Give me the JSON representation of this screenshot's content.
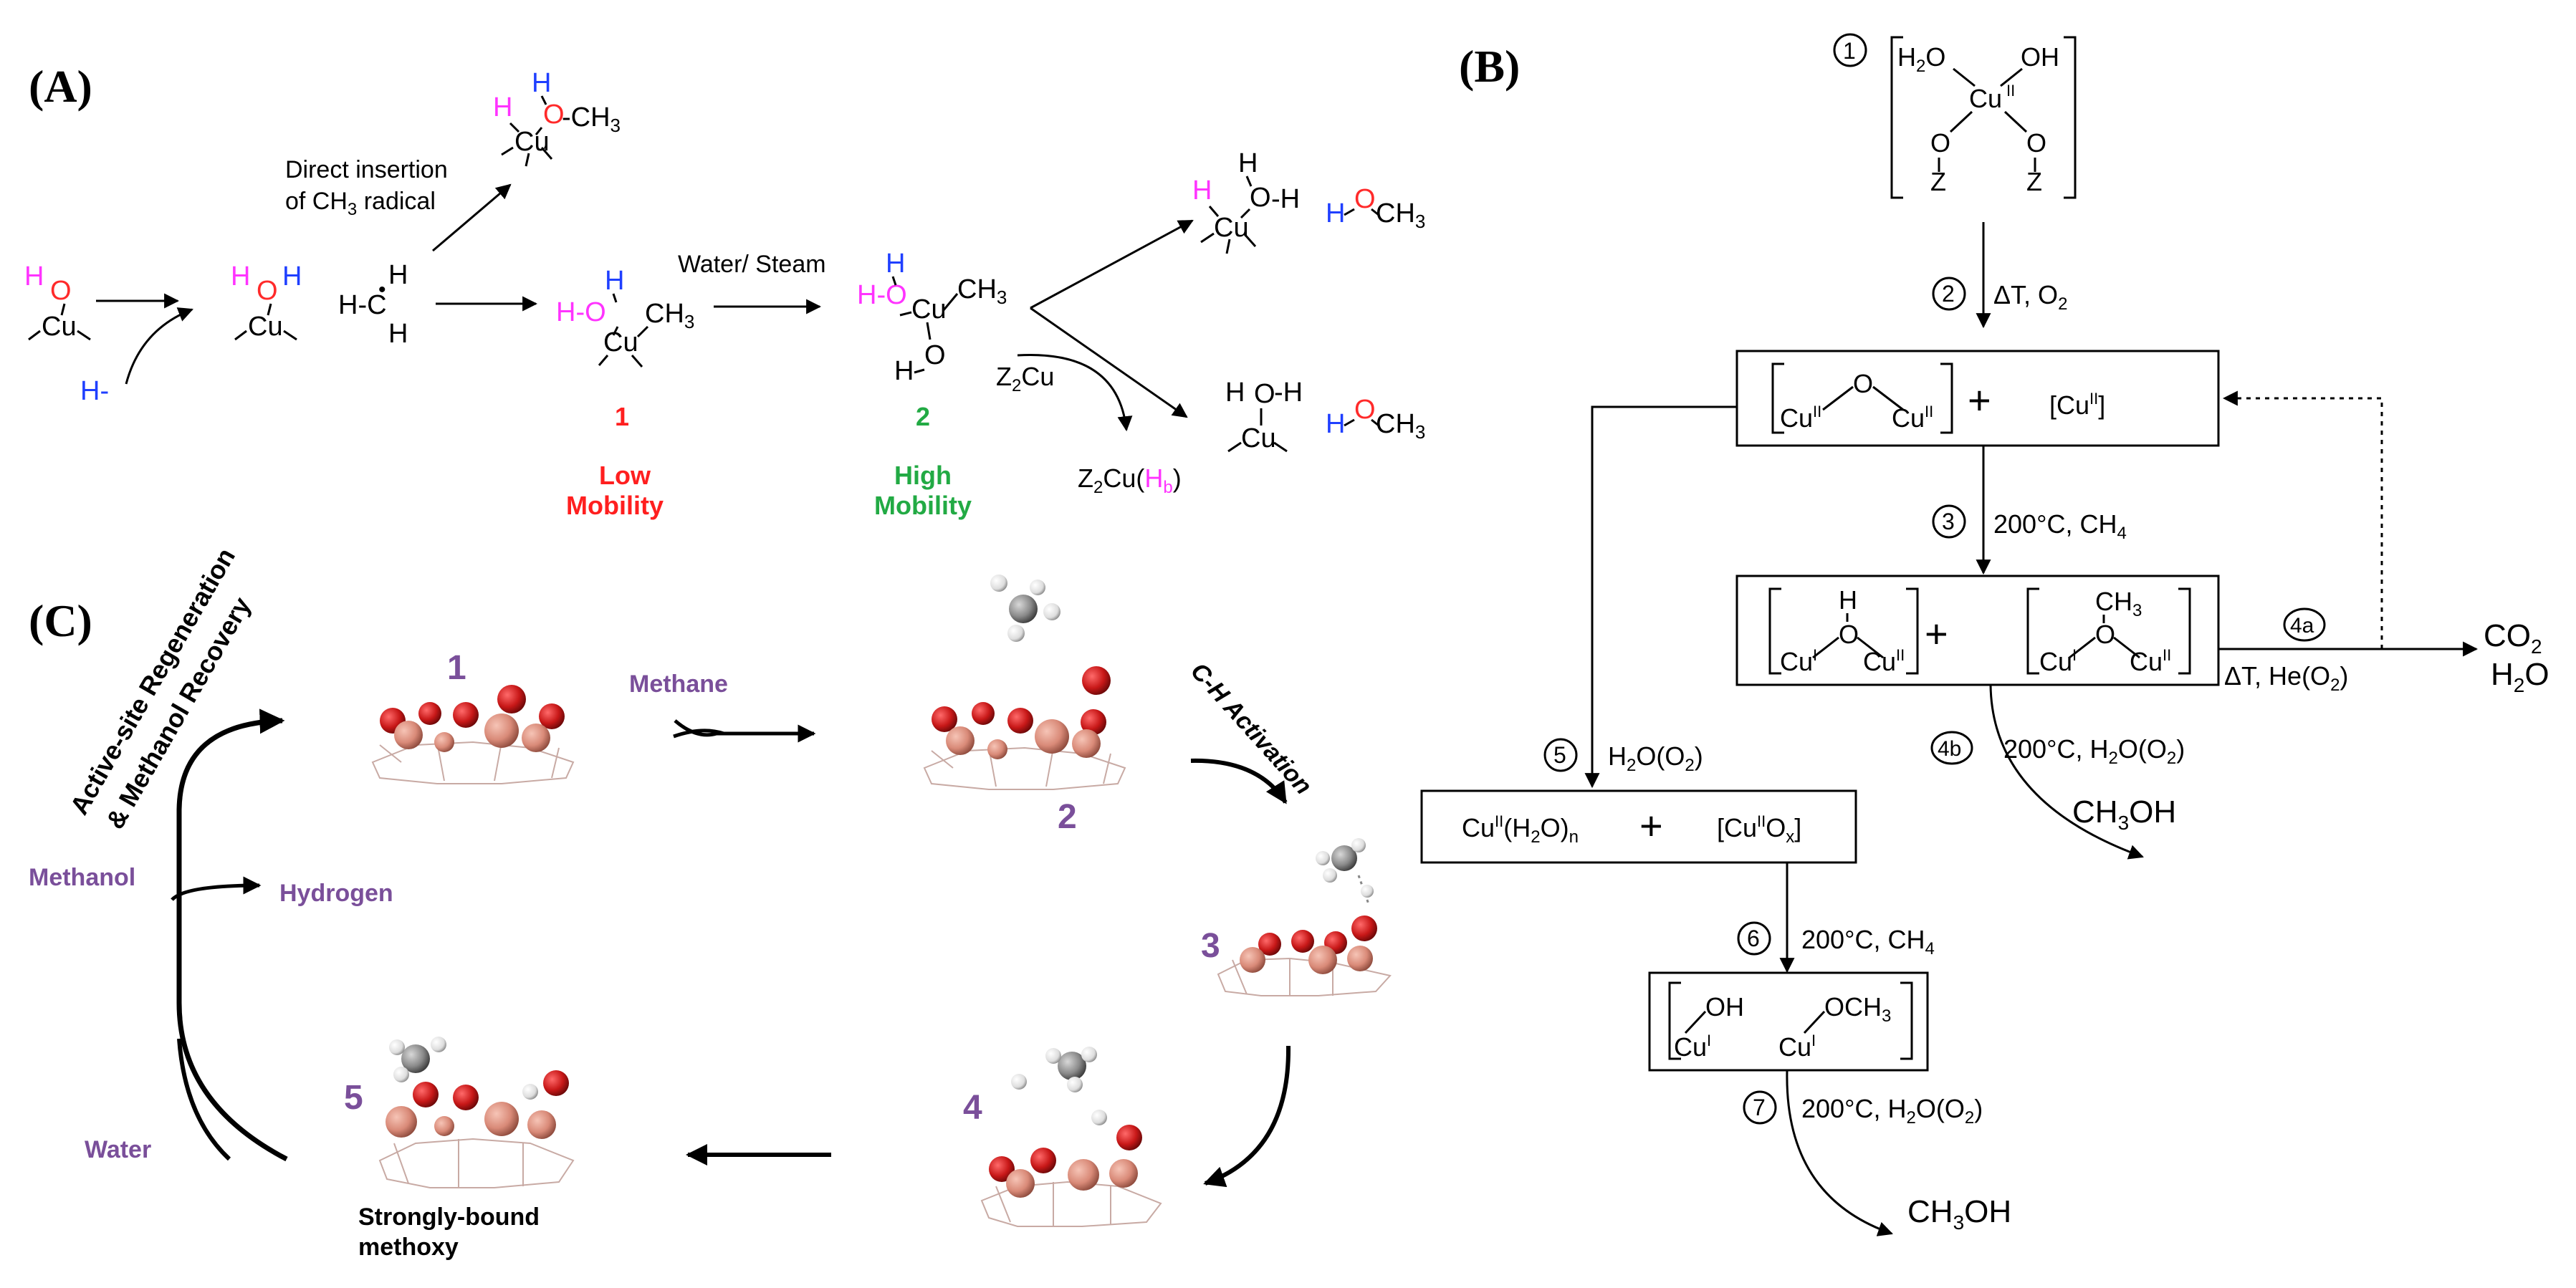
{
  "colors": {
    "black": "#000000",
    "hydrogen_magenta": "#ff33ff",
    "hydrogen_blue": "#1f3fff",
    "oxygen_red": "#ff2a2a",
    "label_red": "#ff1f1f",
    "label_green": "#22aa44",
    "label_purple": "#7a4f9a",
    "atom_oxygen": "#c81818",
    "atom_copper": "#d98a78",
    "atom_carbon": "#8a8a8a",
    "atom_hydrogen": "#dddddd"
  },
  "panelA": {
    "label": "(A)",
    "step1_H": "H",
    "step1_O": "O",
    "step1_Cu": "Cu",
    "step1_Hminus": "H-",
    "step2_H1": "H",
    "step2_O": "O",
    "step2_H2": "H",
    "step2_Cu": "Cu",
    "methyl": "H-C",
    "methyl_dot": "•",
    "methyl_Htop": "H",
    "methyl_Hbot": "H",
    "direct_line1": "Direct insertion",
    "direct_line2": "of CH",
    "direct_sub": "3",
    "direct_tail": " radical",
    "top_H1": "H",
    "top_H2": "H",
    "top_O": "O",
    "top_CH3": "-CH",
    "top_sub": "3",
    "top_Cu": "Cu",
    "c1_H": "H",
    "c1_HO": "H-O",
    "c1_CH3": "CH",
    "c1_sub": "3",
    "c1_Cu": "Cu",
    "c1_num": "1",
    "c1_low1": "Low",
    "c1_low2": "Mobility",
    "water_label": "Water/ Steam",
    "c2_H": "H",
    "c2_HO": "H-O",
    "c2_Cu": "Cu",
    "c2_CH3": "CH",
    "c2_sub": "3",
    "c2_O": "O",
    "c2_H2": "H",
    "c2_num": "2",
    "c2_high1": "High",
    "c2_high2": "Mobility",
    "z2cu": "Z",
    "z2cu_sub": "2",
    "z2cu_tail": "Cu",
    "z2cuhb": "Z",
    "z2cuhb_sub": "2",
    "z2cuhb_mid": "Cu(",
    "z2cuhb_H": "H",
    "z2cuhb_b": "b",
    "z2cuhb_end": ")",
    "p1_H": "H",
    "p1_H2": "H",
    "p1_O": "O",
    "p1_H3": "-H",
    "p1_Cu": "Cu",
    "p2_H": "H",
    "p2_O": "O",
    "p2_H2": "-H",
    "p2_Cu": "Cu",
    "meth_H": "H",
    "meth_O": "O",
    "meth_CH3": "CH",
    "meth_sub": "3"
  },
  "panelB": {
    "label": "(B)",
    "s1": "1",
    "s1_H2O": "H",
    "s1_H2O_sub": "2",
    "s1_H2O_tail": "O",
    "s1_OH": "OH",
    "s1_Cu": "Cu",
    "s1_CuII": "II",
    "s1_O1": "O",
    "s1_O2": "O",
    "s1_Z1": "Z",
    "s1_Z2": "Z",
    "s2": "2",
    "s2_cond": "ΔT, O",
    "s2_sub": "2",
    "box2_O": "O",
    "box2_Cu1": "Cu",
    "box2_Cu1_ox": "II",
    "box2_Cu2": "Cu",
    "box2_Cu2_ox": "II",
    "plus": "+",
    "box2_CuII": "[Cu",
    "box2_CuII_ox": "II",
    "box2_CuII_end": "]",
    "s3": "3",
    "s3_cond": "200°C, CH",
    "s3_sub": "4",
    "box3_H": "H",
    "box3_O": "O",
    "box3_CuI": "Cu",
    "box3_CuI_ox": "I",
    "box3_CuII": "Cu",
    "box3_CuII_ox": "II",
    "box3_CH3": "CH",
    "box3_CH3_sub": "3",
    "box3_O2": "O",
    "box3_CuI2": "Cu",
    "box3_CuI2_ox": "I",
    "box3_CuII2": "Cu",
    "box3_CuII2_ox": "II",
    "s4a": "4a",
    "s4a_cond": "ΔT, He(O",
    "s4a_sub": "2",
    "s4a_end": ")",
    "co2": "CO",
    "co2_sub": "2",
    "h2o": "H",
    "h2o_sub": "2",
    "h2o_tail": "O",
    "s4b": "4b",
    "s4b_cond": "200°C, H",
    "s4b_sub": "2",
    "s4b_mid": "O(O",
    "s4b_sub2": "2",
    "s4b_end": ")",
    "ch3oh1": "CH",
    "ch3oh1_sub": "3",
    "ch3oh1_tail": "OH",
    "s5": "5",
    "s5_cond": "H",
    "s5_sub": "2",
    "s5_mid": "O(O",
    "s5_sub2": "2",
    "s5_end": ")",
    "box4_a": "Cu",
    "box4_a_ox": "II",
    "box4_a_mid": "(H",
    "box4_a_sub": "2",
    "box4_a_end": "O)",
    "box4_a_n": "n",
    "box4_b": "[Cu",
    "box4_b_ox": "II",
    "box4_b_mid": "O",
    "box4_b_x": "x",
    "box4_b_end": "]",
    "s6": "6",
    "s6_cond": "200°C, CH",
    "s6_sub": "4",
    "box5_OH": "OH",
    "box5_OCH3": "OCH",
    "box5_OCH3_sub": "3",
    "box5_Cu1": "Cu",
    "box5_Cu1_ox": "I",
    "box5_Cu2": "Cu",
    "box5_Cu2_ox": "I",
    "s7": "7",
    "s7_cond": "200°C, H",
    "s7_sub": "2",
    "s7_mid": "O(O",
    "s7_sub2": "2",
    "s7_end": ")",
    "ch3oh2": "CH",
    "ch3oh2_sub": "3",
    "ch3oh2_tail": "OH"
  },
  "panelC": {
    "label": "(C)",
    "regen1": "Active-site Regeneration",
    "regen2": "& Methanol Recovery",
    "n1": "1",
    "methane": "Methane",
    "n2": "2",
    "ch_activation": "C-H Activation",
    "n3": "3",
    "n4": "4",
    "n5": "5",
    "methanol": "Methanol",
    "hydrogen": "Hydrogen",
    "water": "Water",
    "bound1": "Strongly-bound",
    "bound2": "methoxy"
  }
}
